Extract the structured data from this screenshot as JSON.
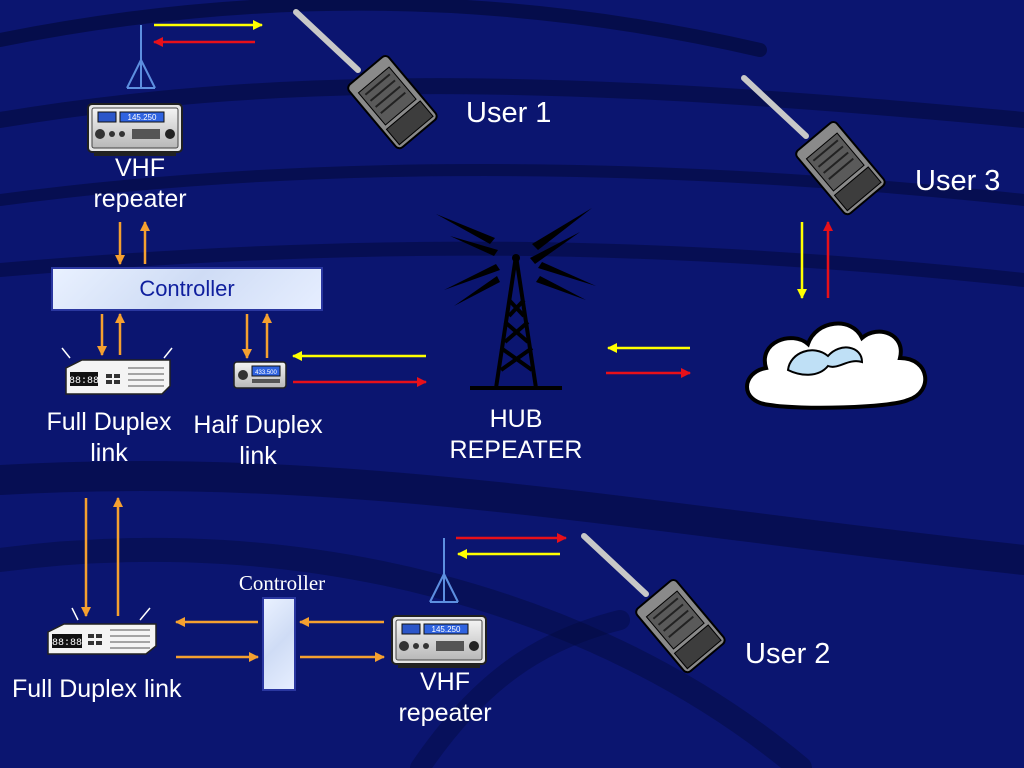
{
  "labels": {
    "user1": "User 1",
    "user2": "User 2",
    "user3": "User 3",
    "vhf_repeater_top": "VHF repeater",
    "vhf_repeater_bottom": "VHF repeater",
    "controller_top": "Controller",
    "controller_bottom": "Controller",
    "full_duplex_top": "Full Duplex link",
    "half_duplex": "Half Duplex link",
    "hub_repeater": "HUB REPEATER",
    "full_duplex_bottom": "Full Duplex link"
  },
  "displays": {
    "repeater_top_freq": "145.250",
    "repeater_bottom_freq": "145.250",
    "half_duplex_freq": "433.500",
    "full_duplex_top_readout": "88:88",
    "full_duplex_bottom_readout": "88:88"
  },
  "colors": {
    "background": "#0b1570",
    "arrow_yellow": "#ffff00",
    "arrow_red": "#e8101a",
    "arrow_orange": "#f5a030"
  },
  "icons": [
    "antenna-icon",
    "radio-repeater-icon",
    "handheld-radio-icon",
    "tower-icon",
    "cloud-icon",
    "link-unit-icon"
  ]
}
